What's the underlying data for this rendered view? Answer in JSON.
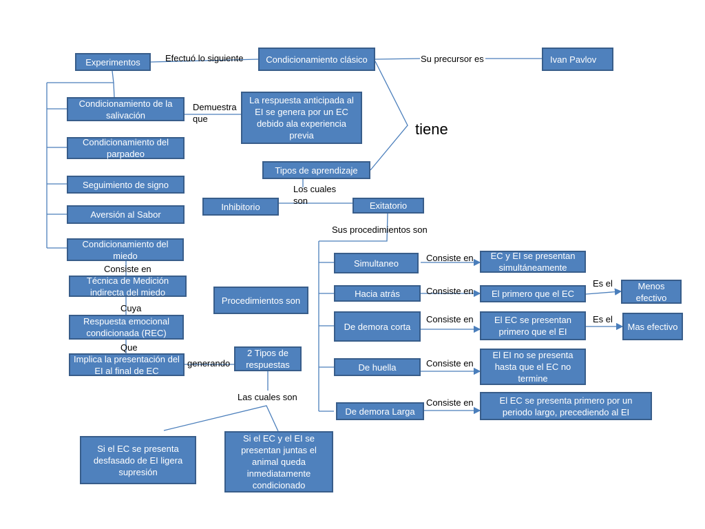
{
  "boxes": {
    "experimentos": "Experimentos",
    "cond_clasico": "Condicionamiento clásico",
    "ivan_pavlov": "Ivan Pavlov",
    "cond_salivacion": "Condicionamiento de la salivación",
    "respuesta_anticipada": "La respuesta anticipada al EI se genera por un EC debido ala experiencia previa",
    "cond_parpadeo": "Condicionamiento del parpadeo",
    "tipos_aprendizaje": "Tipos de aprendizaje",
    "seguimiento_signo": "Seguimiento de signo",
    "inhibitorio": "Inhibitorio",
    "exitatorio": "Exitatorio",
    "aversion_sabor": "Aversión al Sabor",
    "cond_miedo": "Condicionamiento del miedo",
    "tecnica_medicion": "Técnica de Medición indirecta del miedo",
    "procedimientos_son": "Procedimientos son",
    "simultaneo": "Simultaneo",
    "ec_ei_simultaneamente": "EC y EI se presentan simultáneamente",
    "hacia_atras": "Hacia atrás",
    "primero_ec": "El primero que el EC",
    "menos_efectivo": "Menos efectivo",
    "respuesta_emocional": "Respuesta emocional condicionada (REC)",
    "demora_corta": "De  demora corta",
    "ec_primero": "El EC se presentan primero que el  EI",
    "mas_efectivo": "Mas efectivo",
    "implica_presentacion": "Implica la presentación del EI al final de EC",
    "dos_tipos": "2 Tipos de respuestas",
    "de_huella": "De huella",
    "ei_no_presenta": "El EI no se presenta hasta que el EC no termine",
    "demora_larga": "De demora Larga",
    "ec_periodo_largo": "El EC se presenta primero por  un periodo largo, precediendo al EI",
    "desfasado": "Si el EC se presenta desfasado de EI ligera supresión",
    "juntas": "Si el EC y el EI se presentan juntas el animal queda inmediatamente condicionado"
  },
  "labels": {
    "efectuo": "Efectuó lo siguiente",
    "precursor": "Su precursor es",
    "demuestra_que": "Demuestra que",
    "tiene": "tiene",
    "los_cuales_son": "Los cuales son",
    "sus_procedimientos": "Sus procedimientos son",
    "consiste_en_miedo": "Consiste en",
    "cuya": "Cuya",
    "que": "Que",
    "generando": "generando",
    "las_cuales_son": "Las cuales son",
    "consiste_1": "Consiste  en",
    "consiste_2": "Consiste  en",
    "consiste_3": "Consiste  en",
    "consiste_4": "Consiste  en",
    "consiste_5": "Consiste  en",
    "es_el_1": "Es el",
    "es_el_2": "Es el"
  },
  "colors": {
    "box_fill": "#4f81bd",
    "box_border": "#385d8a",
    "connector": "#4a7ebb",
    "text_on_box": "#ffffff"
  }
}
